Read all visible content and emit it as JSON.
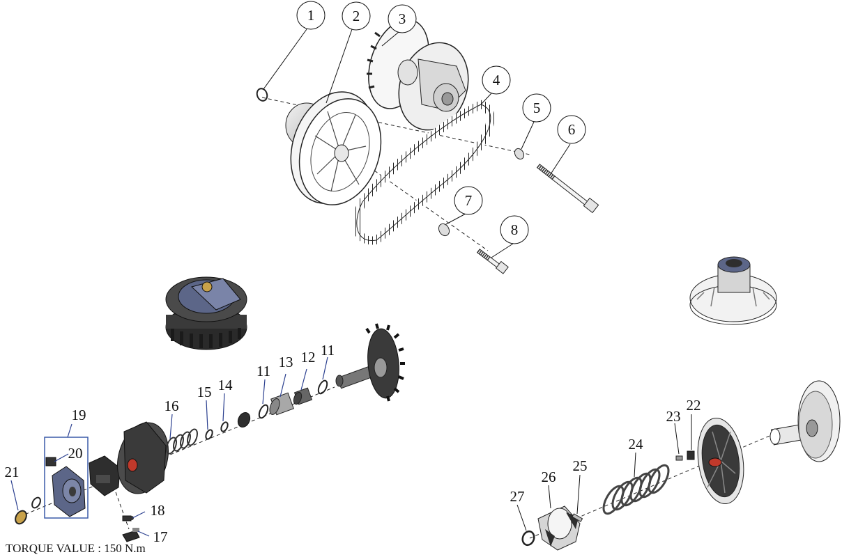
{
  "callouts": {
    "c1": "1",
    "c2": "2",
    "c3": "3",
    "c4": "4",
    "c5": "5",
    "c6": "6",
    "c7": "7",
    "c8": "8",
    "c11a": "11",
    "c11b": "11",
    "c12": "12",
    "c13": "13",
    "c14": "14",
    "c15": "15",
    "c16": "16",
    "c17": "17",
    "c18": "18",
    "c19": "19",
    "c20": "20",
    "c21": "21",
    "c22": "22",
    "c23": "23",
    "c24": "24",
    "c25": "25",
    "c26": "26",
    "c27": "27"
  },
  "torque_note": "TORQUE VALUE : 150 N.m",
  "colors": {
    "ink": "#222222",
    "leader_blue": "#2a3f8f",
    "part_gray": "#bfbfbf",
    "part_dark": "#2e2e2e",
    "part_blue": "#5c6688",
    "accent_red": "#c0392b",
    "accent_gold": "#c9a24a"
  }
}
